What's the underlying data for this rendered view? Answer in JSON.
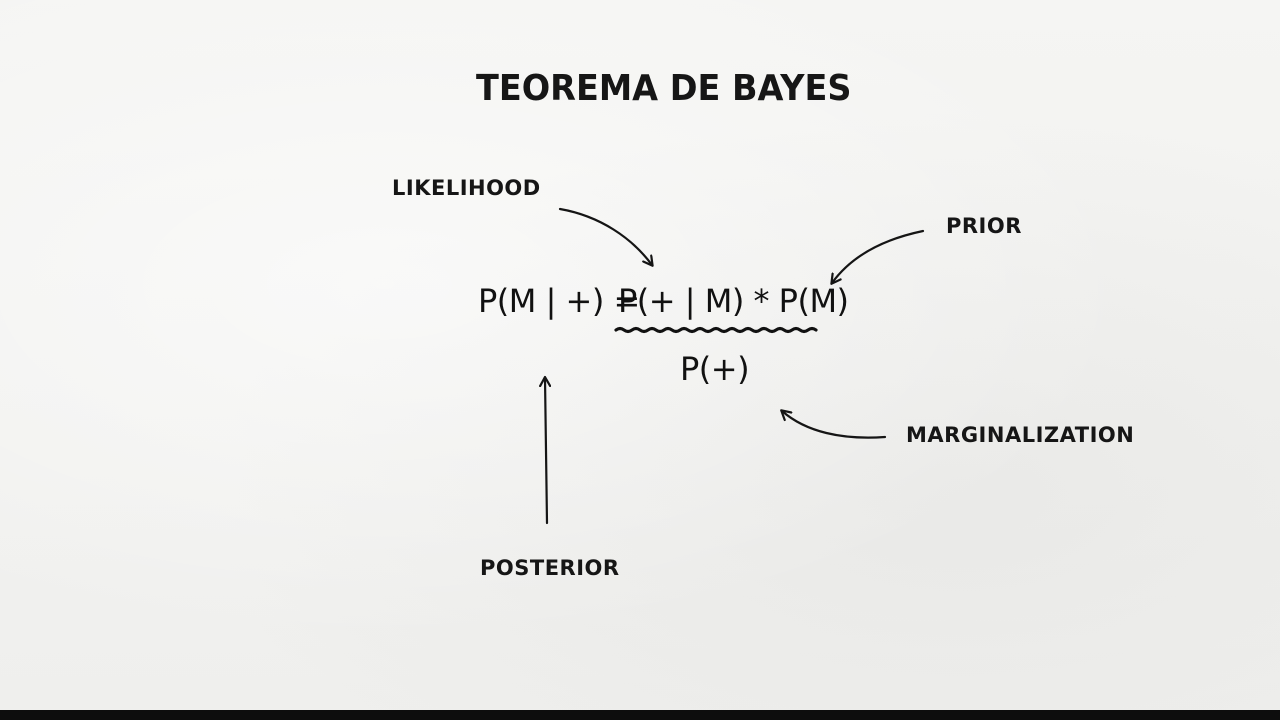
{
  "diagram": {
    "title": "TEOREMA DE BAYES",
    "formula": {
      "lhs": "P(M | +) =",
      "numerator": "P(+ | M) * P(M)",
      "denominator": "P(+)"
    },
    "labels": {
      "likelihood": "LIKELIHOOD",
      "prior": "PRIOR",
      "marginalization": "MARGINALIZATION",
      "posterior": "POSTERIOR"
    }
  },
  "colors": {
    "ink": "#151515",
    "paper": "#f2f2f0"
  },
  "icons": {
    "likelihood_arrow": "curved-arrow-icon",
    "prior_arrow": "curved-arrow-icon",
    "marginal_arrow": "curved-arrow-icon",
    "posterior_arrow": "straight-up-arrow-icon"
  }
}
